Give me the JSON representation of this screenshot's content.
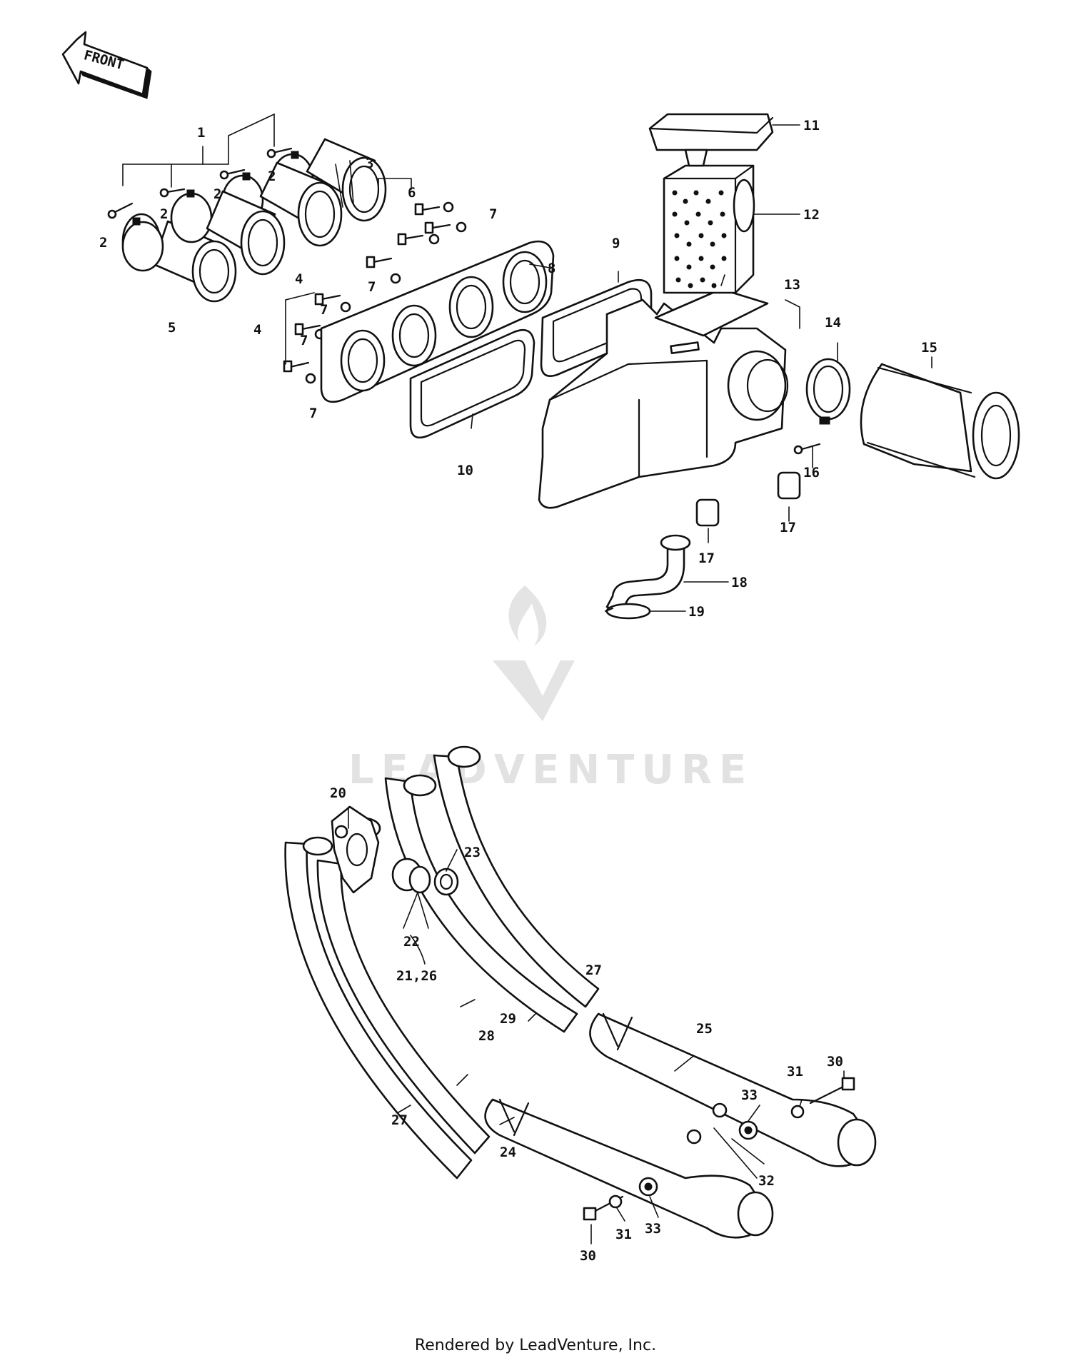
{
  "front_label": "FRONT",
  "callouts": [
    {
      "id": "c1",
      "label": "1"
    },
    {
      "id": "c2a",
      "label": "2"
    },
    {
      "id": "c2b",
      "label": "2"
    },
    {
      "id": "c2c",
      "label": "2"
    },
    {
      "id": "c2d",
      "label": "2"
    },
    {
      "id": "c3",
      "label": "3"
    },
    {
      "id": "c4a",
      "label": "4"
    },
    {
      "id": "c4b",
      "label": "4"
    },
    {
      "id": "c5",
      "label": "5"
    },
    {
      "id": "c6",
      "label": "6"
    },
    {
      "id": "c7a",
      "label": "7"
    },
    {
      "id": "c7b",
      "label": "7"
    },
    {
      "id": "c7c",
      "label": "7"
    },
    {
      "id": "c7d",
      "label": "7"
    },
    {
      "id": "c7e",
      "label": "7"
    },
    {
      "id": "c8",
      "label": "8"
    },
    {
      "id": "c9",
      "label": "9"
    },
    {
      "id": "c10",
      "label": "10"
    },
    {
      "id": "c11",
      "label": "11"
    },
    {
      "id": "c12",
      "label": "12"
    },
    {
      "id": "c13",
      "label": "13"
    },
    {
      "id": "c14",
      "label": "14"
    },
    {
      "id": "c15",
      "label": "15"
    },
    {
      "id": "c16",
      "label": "16"
    },
    {
      "id": "c17a",
      "label": "17"
    },
    {
      "id": "c17b",
      "label": "17"
    },
    {
      "id": "c18",
      "label": "18"
    },
    {
      "id": "c19",
      "label": "19"
    },
    {
      "id": "c20",
      "label": "20"
    },
    {
      "id": "c21",
      "label": "21,26"
    },
    {
      "id": "c22",
      "label": "22"
    },
    {
      "id": "c23",
      "label": "23"
    },
    {
      "id": "c24",
      "label": "24"
    },
    {
      "id": "c25",
      "label": "25"
    },
    {
      "id": "c27a",
      "label": "27"
    },
    {
      "id": "c27b",
      "label": "27"
    },
    {
      "id": "c28",
      "label": "28"
    },
    {
      "id": "c29",
      "label": "29"
    },
    {
      "id": "c30a",
      "label": "30"
    },
    {
      "id": "c30b",
      "label": "30"
    },
    {
      "id": "c31a",
      "label": "31"
    },
    {
      "id": "c31b",
      "label": "31"
    },
    {
      "id": "c32",
      "label": "32"
    },
    {
      "id": "c33a",
      "label": "33"
    },
    {
      "id": "c33b",
      "label": "33"
    }
  ],
  "watermark": "LEADVENTURE",
  "footer": "Rendered by LeadVenture, Inc."
}
